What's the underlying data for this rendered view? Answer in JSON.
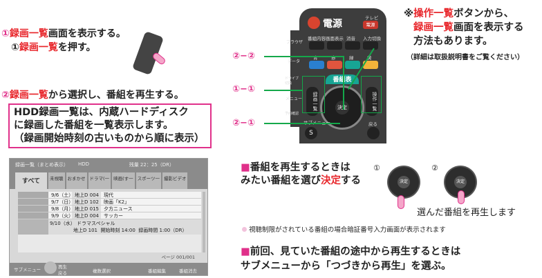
{
  "step1": {
    "num": "①",
    "title_red": "録画一覧",
    "title_rest": "画面を表示する。",
    "sub_num": "①",
    "sub_red": "録画一覧",
    "sub_rest": "を押す。"
  },
  "step2": {
    "num": "②",
    "title_red": "録画一覧",
    "title_rest": "から選択し、番組を再生する。"
  },
  "infobox": {
    "line1": "HDD録画一覧は、内蔵ハードディスク",
    "line2": "に録画した番組を一覧表示します。",
    "line3": "（録画開始時刻の古いものから順に表示）"
  },
  "tv": {
    "title": "録画一覧（まとめ表示）",
    "device": "HDD",
    "remaining": "残量 22：25（DR）",
    "tabs": [
      "すべて",
      "未視聴",
      "おまかせ",
      "ドラマ(一",
      "映画(す一",
      "スポーツ一",
      "撮影ビデオ"
    ],
    "rows": [
      {
        "date": "9/6（土）",
        "ch": "地上D 004",
        "title": "現代"
      },
      {
        "date": "9/7（日）",
        "ch": "地上D 102",
        "title": "映画「K2」"
      },
      {
        "date": "9/8（月）",
        "ch": "地上D 015",
        "title": "夕方ニュース"
      },
      {
        "date": "9/9（火）",
        "ch": "地上D 004",
        "title": "サッカー"
      }
    ],
    "selected": {
      "date": "9/10（水）",
      "title": "ドラマスペシャル",
      "ch": "地上D 101",
      "start": "開始時刻 14:00",
      "duration": "録画時間 1:00（DR）"
    },
    "page": "ページ 001/001",
    "footer": {
      "submenu": "サブメニュー",
      "play": "再生",
      "back": "戻る",
      "multi": "複数選択",
      "edit": "番組編集",
      "delete": "番組消去"
    }
  },
  "remote": {
    "power": "電源",
    "tv_label": "テレビ",
    "tv_power": "電源",
    "btn_info": "番組内容",
    "btn_display": "画面表示",
    "btn_mute": "消音",
    "btn_input": "入力切換",
    "browser": "ブラウザ",
    "data": "データ",
    "drive": "ドライブ切換",
    "menu": "メニュー",
    "reserve": "予約確認",
    "blue": "青",
    "red": "赤",
    "green": "緑",
    "yellow": "黄",
    "guide": "番組表",
    "rec_list": "録画一覧",
    "op_list": "操作一覧",
    "ok": "決定",
    "sub": "サブメニュー",
    "back": "戻る",
    "s": "S"
  },
  "callouts": [
    "②−②",
    "①−①",
    "②−①"
  ],
  "note": {
    "mark": "※",
    "red1": "操作一覧",
    "rest1": "ボタンから、",
    "red2": "録画一覧",
    "rest2": "画面を表示する",
    "line3": "方法もあります。",
    "line4": "（詳細は取扱説明書をご覧ください）"
  },
  "play": {
    "line1": "■番組を再生するときは",
    "line2a": "みたい番組を選び",
    "line2red": "決定",
    "line2b": "する",
    "n1": "①",
    "n2": "②",
    "ok": "決定",
    "result": "選んだ番組を再生します",
    "caution": "視聴制限がされている番組の場合暗証番号入力画面が表示されます"
  },
  "resume": {
    "line1": "■前回、見ていた番組の途中から再生するときは",
    "line2": "サブメニューから「つづきから再生」を選ぶ。"
  }
}
